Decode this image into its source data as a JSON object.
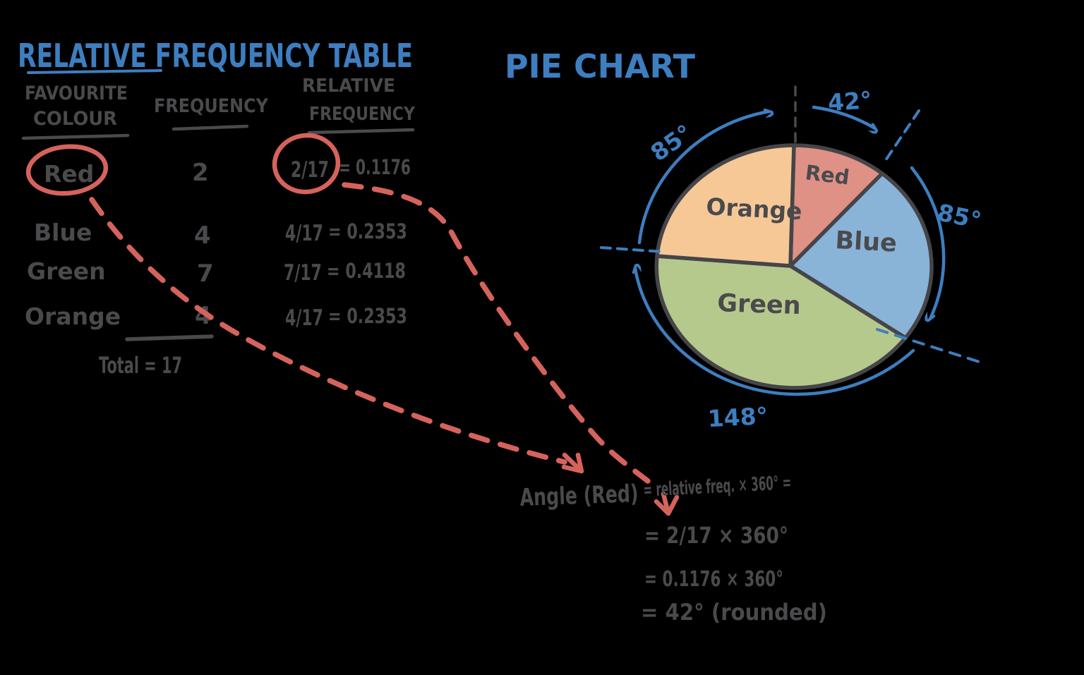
{
  "colors": {
    "background": "#000000",
    "ink": "#4a4a4d",
    "annotation_blue": "#3d7ec0",
    "annotation_red": "#d5635c",
    "pie_red": "#df9186",
    "pie_blue": "#8ab3d8",
    "pie_green": "#b6c98c",
    "pie_orange": "#f6c896"
  },
  "table": {
    "title": "Relative Frequency Table",
    "headers": {
      "colour_line1": "Favourite",
      "colour_line2": "Colour",
      "frequency": "Frequency",
      "rel_freq_line1": "Relative",
      "rel_freq_line2": "Frequency"
    },
    "rows": [
      {
        "colour": "Red",
        "frequency": "2",
        "fraction": "2/17",
        "decimal": "= 0.1176",
        "highlighted": true
      },
      {
        "colour": "Blue",
        "frequency": "4",
        "fraction": "4/17",
        "decimal": "= 0.2353",
        "highlighted": false
      },
      {
        "colour": "Green",
        "frequency": "7",
        "fraction": "7/17",
        "decimal": "= 0.4118",
        "highlighted": false
      },
      {
        "colour": "Orange",
        "frequency": "4",
        "fraction": "4/17",
        "decimal": "= 0.2353",
        "highlighted": false
      }
    ],
    "total": "Total = 17"
  },
  "pie": {
    "title": "Pie Chart",
    "slice_labels": {
      "red": "Red",
      "blue": "Blue",
      "green": "Green",
      "orange": "Orange"
    },
    "angle_labels": {
      "red": "42°",
      "blue": "85°",
      "green": "148°",
      "orange": "85°"
    }
  },
  "formula": {
    "line1_lhs": "Angle (Red)",
    "line1_rhs": "= relative freq. × 360° =",
    "line2": "= 2/17 × 360°",
    "line3": "= 0.1176 × 360°",
    "line4": "= 42° (rounded)"
  },
  "chart_data": {
    "type": "pie",
    "title": "Pie Chart",
    "categories": [
      "Red",
      "Blue",
      "Green",
      "Orange"
    ],
    "frequencies": [
      2,
      4,
      7,
      4
    ],
    "relative_frequencies": [
      0.1176,
      0.2353,
      0.4118,
      0.2353
    ],
    "angles_degrees": [
      42,
      85,
      148,
      85
    ],
    "total_frequency": 17,
    "slice_order": "clockwise from 12 o'clock: Red, Blue, Green, Orange",
    "slice_colors": [
      "#df9186",
      "#8ab3d8",
      "#b6c98c",
      "#f6c896"
    ],
    "annotations": [
      "42°",
      "85°",
      "148°",
      "85°"
    ]
  }
}
